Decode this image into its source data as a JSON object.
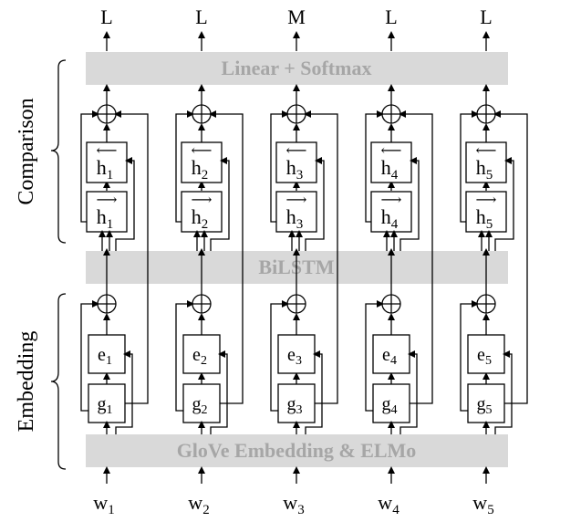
{
  "outputs": [
    "L",
    "L",
    "M",
    "L",
    "L"
  ],
  "inputs": [
    {
      "base": "w",
      "sub": "1"
    },
    {
      "base": "w",
      "sub": "2"
    },
    {
      "base": "w",
      "sub": "3"
    },
    {
      "base": "w",
      "sub": "4"
    },
    {
      "base": "w",
      "sub": "5"
    }
  ],
  "layers": {
    "top": "Linear + Softmax",
    "middle": "BiLSTM",
    "bottom": "GloVe Embedding & ELMo"
  },
  "sections": {
    "upper": "Comparison",
    "lower": "Embedding"
  },
  "nodes": {
    "backward_hidden_base": "h",
    "forward_hidden_base": "h",
    "elmo_base": "e",
    "glove_base": "g",
    "subscripts": [
      "1",
      "2",
      "3",
      "4",
      "5"
    ]
  },
  "colors": {
    "bar_fill": "#d9d9d9",
    "bar_text": "#a6a6a6",
    "line": "#000000"
  }
}
